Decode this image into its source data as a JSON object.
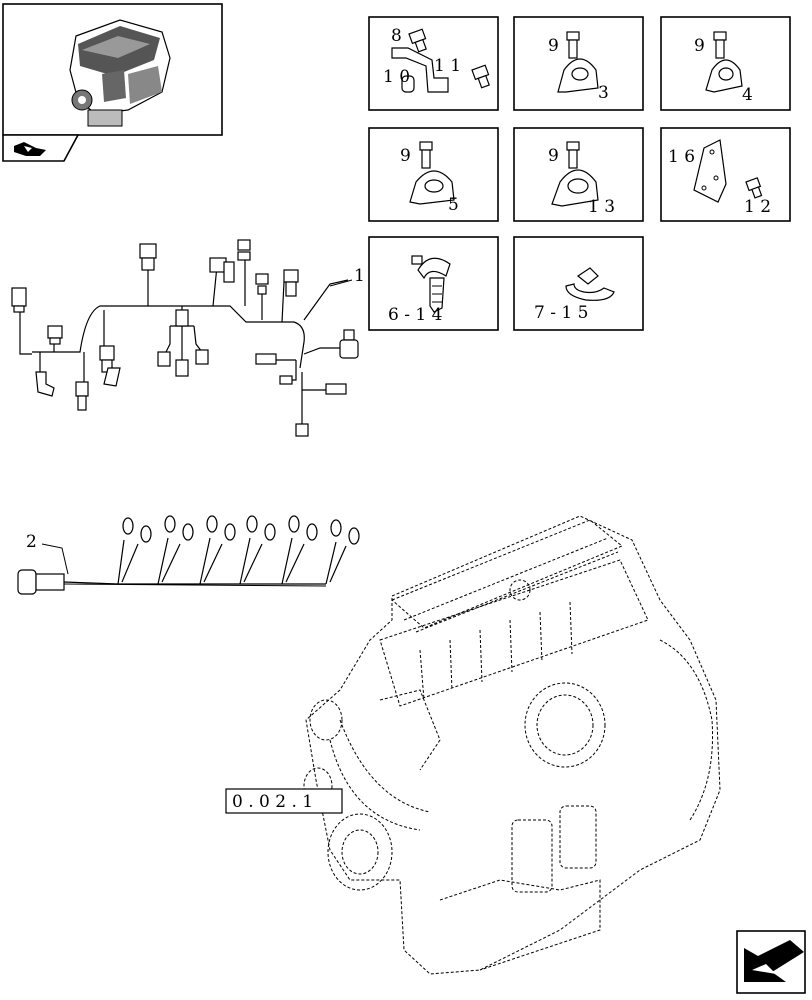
{
  "callouts": {
    "panel_1": [
      "8",
      "1 0",
      "1 1"
    ],
    "panel_2": [
      "9",
      "3"
    ],
    "panel_3": [
      "9",
      "4"
    ],
    "panel_4": [
      "9",
      "5"
    ],
    "panel_5": [
      "9",
      "1 3"
    ],
    "panel_6": [
      "1 6",
      "1 2"
    ],
    "panel_7": [
      "6 - 1 4"
    ],
    "panel_8": [
      "7 - 1 5"
    ],
    "harness_main": "1",
    "harness_injector": "2"
  },
  "reference_box": "0 . 0 2 . 1"
}
